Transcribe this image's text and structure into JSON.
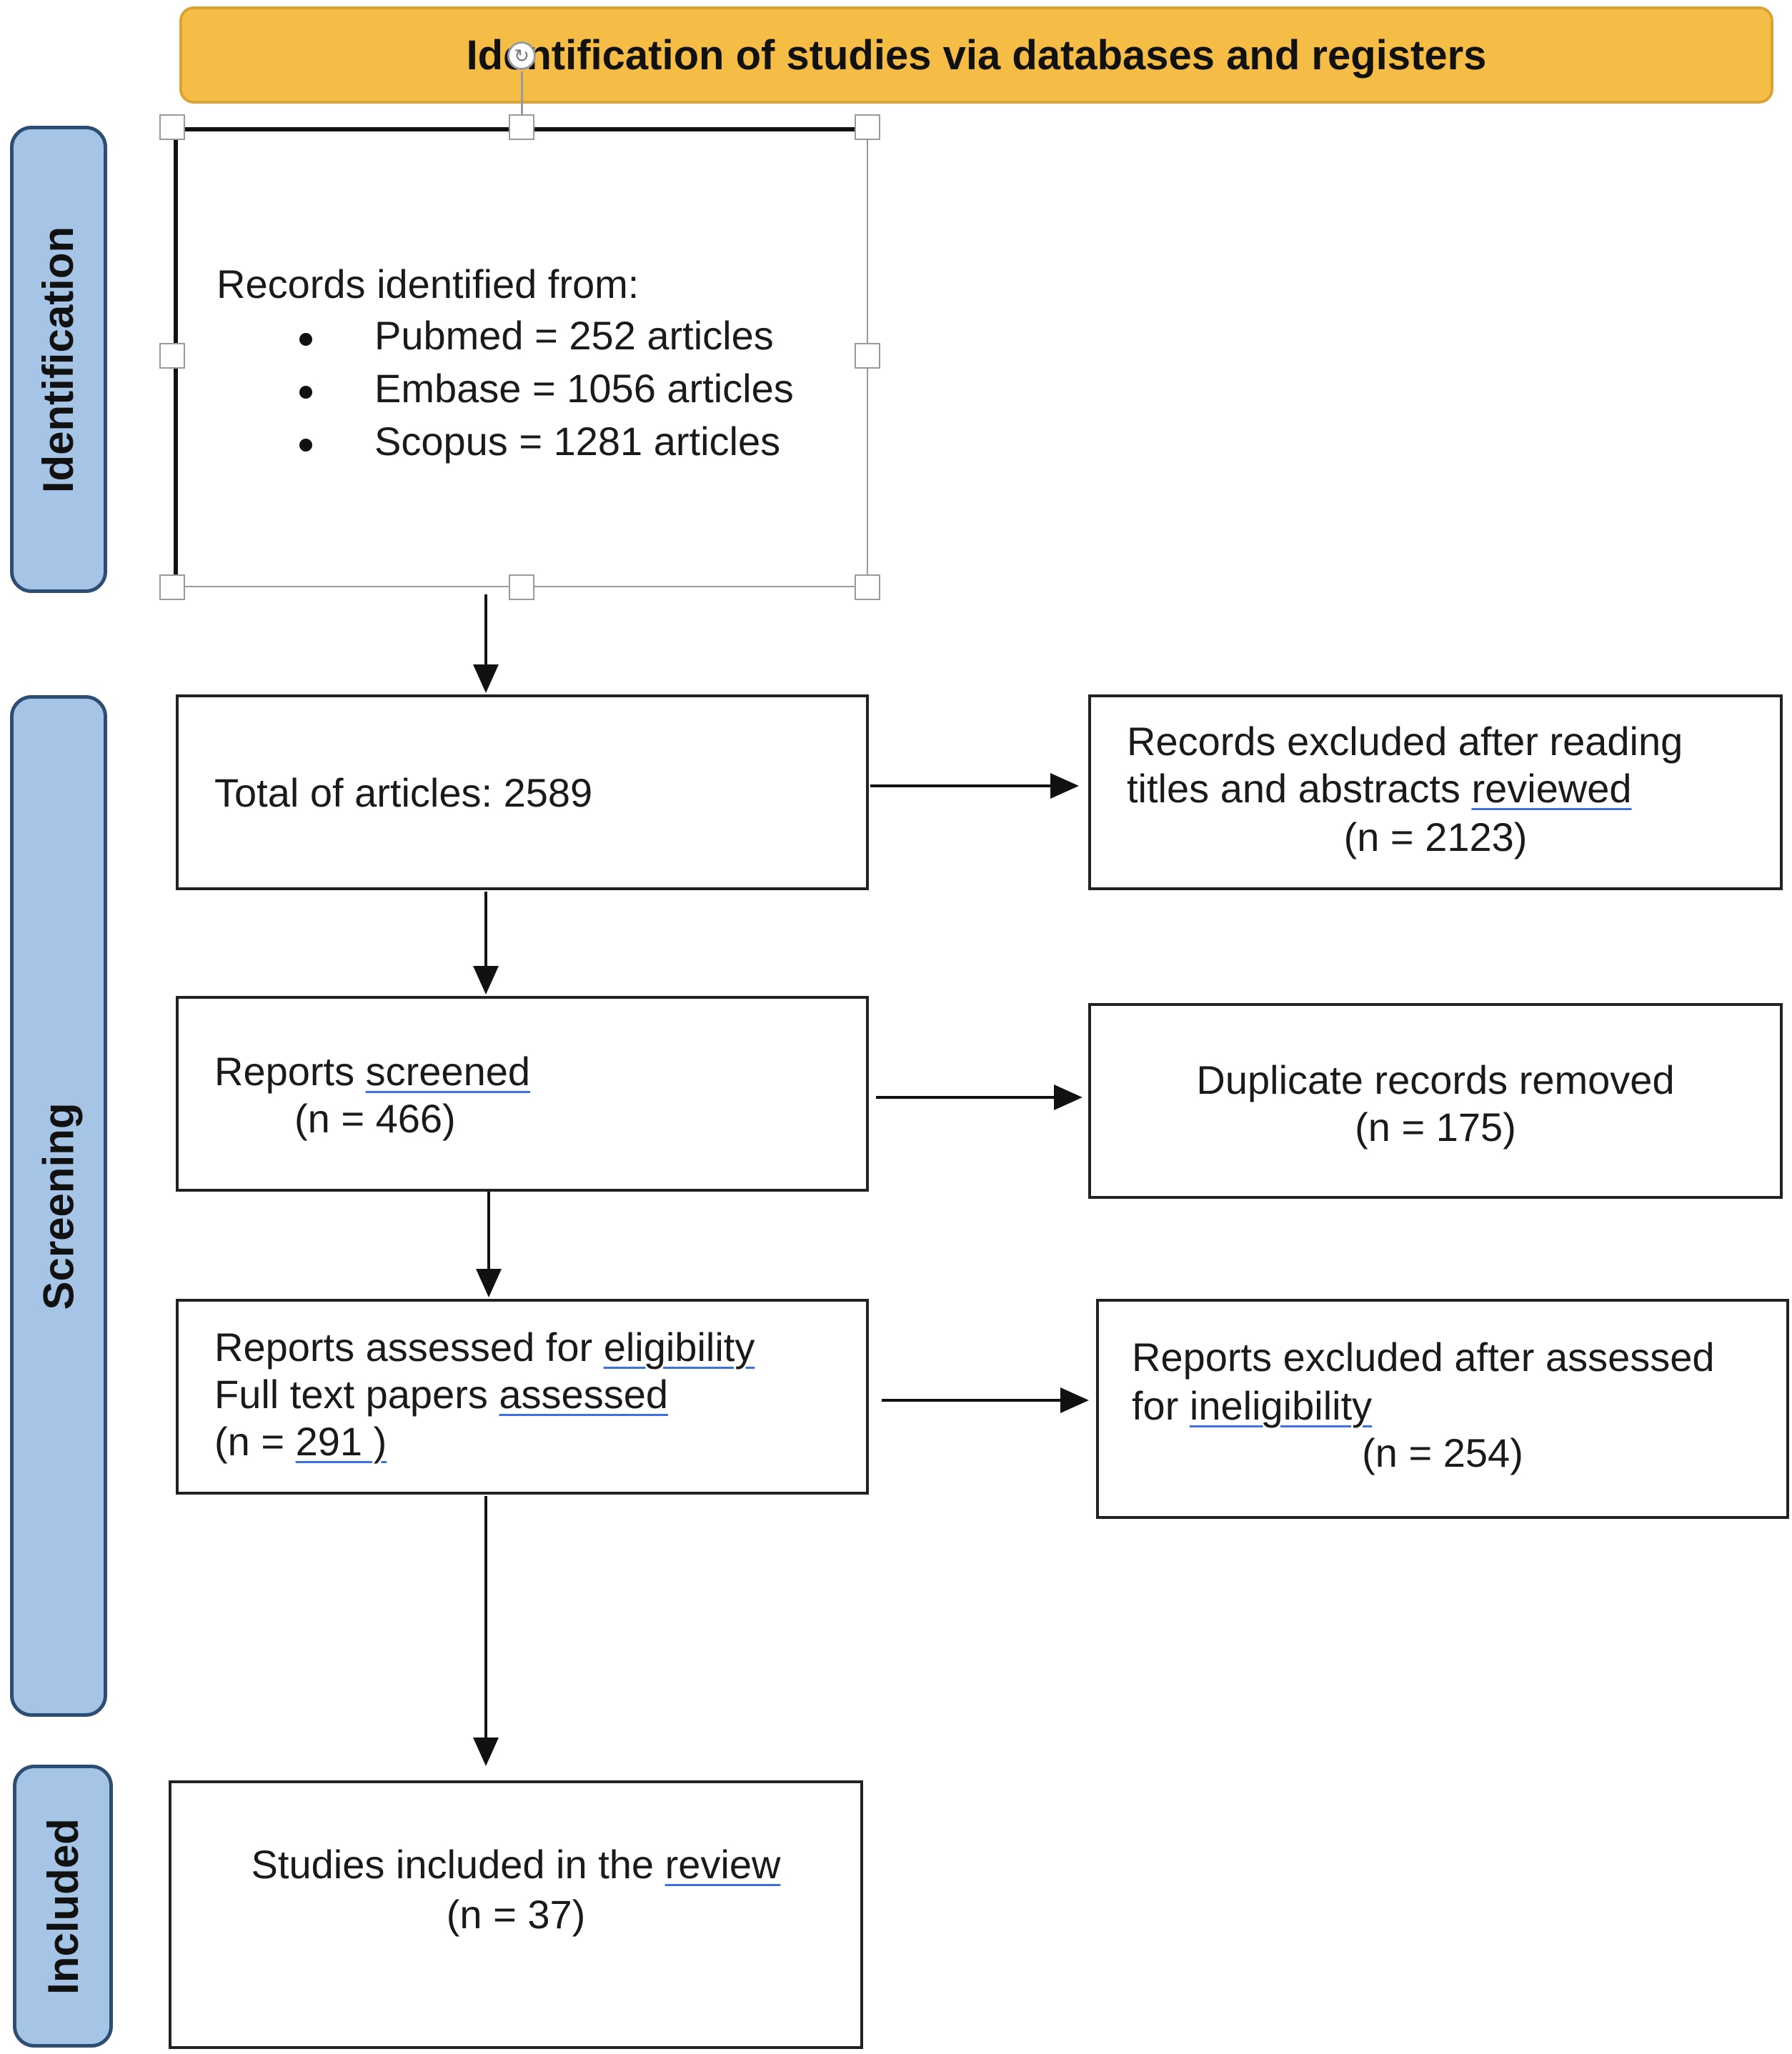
{
  "header": {
    "title": "Identification of studies via databases and registers"
  },
  "phases": {
    "identification": "Identification",
    "screening": "Screening",
    "included": "Included"
  },
  "identification": {
    "heading": "Records identified from:",
    "sources": [
      "Pubmed = 252 articles",
      "Embase = 1056 articles",
      "Scopus = 1281 articles"
    ]
  },
  "total": {
    "label": "Total of articles: 2589"
  },
  "excluded_titles": {
    "line1": "Records excluded after reading",
    "line2_prefix": "titles and abstracts ",
    "line2_underlined": "reviewed",
    "line3": "(n = 2123)"
  },
  "screened": {
    "prefix": "Reports ",
    "underlined": "screened",
    "count": "(n = 466)"
  },
  "duplicates": {
    "line1": "Duplicate records removed",
    "line2": "(n = 175)"
  },
  "eligibility": {
    "line1_prefix": "Reports assessed for ",
    "line1_underlined": "eligibility",
    "line2_prefix": "Full text papers ",
    "line2_underlined": "assessed",
    "line3_prefix": "(n = ",
    "line3_underlined": "291 )"
  },
  "excluded_ineligible": {
    "line1": "Reports excluded after assessed",
    "line2_prefix": "for ",
    "line2_underlined": "ineligibility",
    "line3": "(n = 254)"
  },
  "included": {
    "line1_prefix": "Studies included in the ",
    "line1_underlined": "review",
    "line2": "(n = 37)"
  },
  "colors": {
    "header_fill": "#f6bd46",
    "phase_fill": "#a5c4e6",
    "phase_border": "#2e4d72",
    "spellcheck_underline": "#3f6fe0"
  }
}
